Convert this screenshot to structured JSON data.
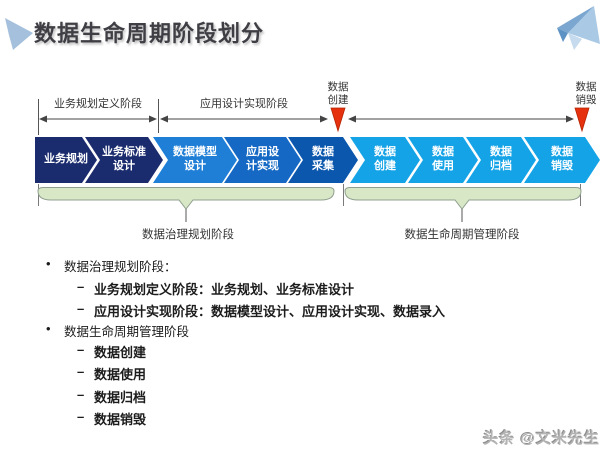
{
  "title": "数据生命周期阶段划分",
  "top_dimensions": {
    "span1_label": "业务规划定义阶段",
    "span2_label": "应用设计实现阶段",
    "marker_create_label": "数据\n创建",
    "marker_destroy_label": "数据\n销毁"
  },
  "stages": [
    {
      "label": "业务规划",
      "color": "#1b2c6e"
    },
    {
      "label": "业务标准\n设计",
      "color": "#1b2c6e"
    },
    {
      "label": "数据模型\n设计",
      "color": "#1f7fd6"
    },
    {
      "label": "应用设\n计实现",
      "color": "#1569c4"
    },
    {
      "label": "数据\n采集",
      "color": "#0c57ae"
    },
    {
      "label": "数据\n创建",
      "color": "#14a3e6"
    },
    {
      "label": "数据\n使用",
      "color": "#14a3e6"
    },
    {
      "label": "数据\n归档",
      "color": "#14a3e6"
    },
    {
      "label": "数据\n销毁",
      "color": "#14a3e6"
    }
  ],
  "braces": {
    "left_label": "数据治理规划阶段",
    "right_label": "数据生命周期管理阶段"
  },
  "bullets": [
    {
      "marker": "•",
      "text": "数据治理规划阶段："
    },
    {
      "marker": "–",
      "text": "业务规划定义阶段：业务规划、业务标准设计"
    },
    {
      "marker": "–",
      "text": "应用设计实现阶段：数据模型设计、应用设计实现、数据录入"
    },
    {
      "marker": "•",
      "text": "数据生命周期管理阶段"
    },
    {
      "marker": "–",
      "text": "数据创建"
    },
    {
      "marker": "–",
      "text": "数据使用"
    },
    {
      "marker": "–",
      "text": "数据归档"
    },
    {
      "marker": "–",
      "text": "数据销毁"
    }
  ],
  "watermark": "头条 @文米先生",
  "colors": {
    "stage_navy": "#1b2c6e",
    "stage_blue_1": "#1f7fd6",
    "stage_blue_2": "#1569c4",
    "stage_blue_3": "#0c57ae",
    "stage_light_blue": "#14a3e6",
    "marker_red": "#e5310e",
    "brace_green_fill": "#d8e8c6",
    "brace_green_stroke": "#90a090",
    "accent_blue": "#a4c0dc"
  }
}
